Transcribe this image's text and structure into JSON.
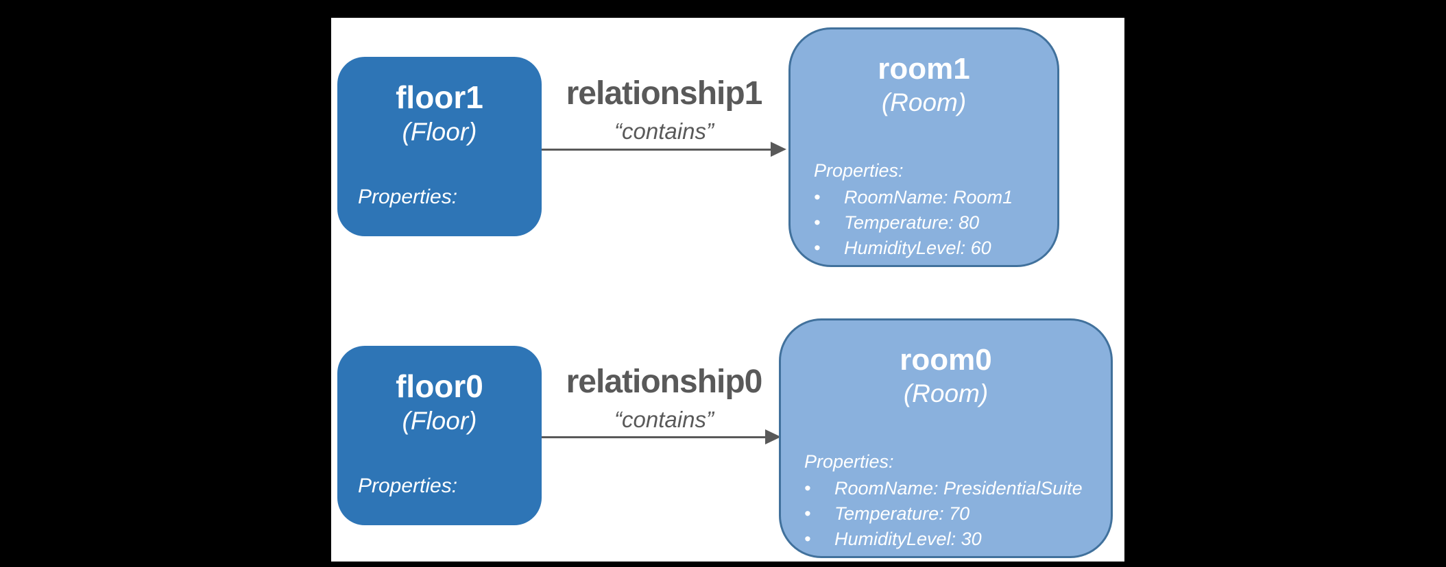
{
  "canvas": {
    "background": "#000000",
    "panel_background": "#ffffff"
  },
  "colors": {
    "floor_node_fill": "#2E75B6",
    "room_node_fill": "#8AB1DD",
    "room_node_border": "#41719C",
    "relationship_text": "#595959",
    "arrow": "#595959",
    "node_text": "#ffffff"
  },
  "glyphs": {
    "bullet": "•"
  },
  "rows": [
    {
      "floor": {
        "name": "floor1",
        "type": "(Floor)",
        "properties_label": "Properties:"
      },
      "relationship": {
        "name": "relationship1",
        "label": "“contains”"
      },
      "room": {
        "name": "room1",
        "type": "(Room)",
        "properties_label": "Properties:",
        "properties": [
          "RoomName: Room1",
          "Temperature: 80",
          "HumidityLevel: 60"
        ]
      }
    },
    {
      "floor": {
        "name": "floor0",
        "type": "(Floor)",
        "properties_label": "Properties:"
      },
      "relationship": {
        "name": "relationship0",
        "label": "“contains”"
      },
      "room": {
        "name": "room0",
        "type": "(Room)",
        "properties_label": "Properties:",
        "properties": [
          "RoomName: PresidentialSuite",
          "Temperature: 70",
          "HumidityLevel: 30"
        ]
      }
    }
  ]
}
